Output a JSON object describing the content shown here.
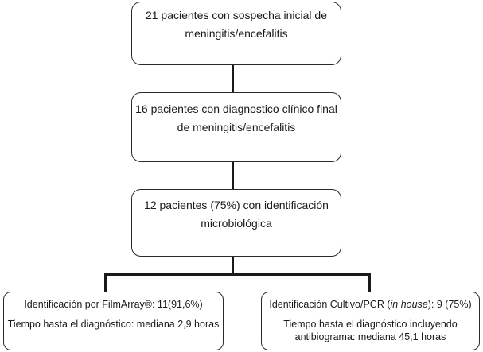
{
  "nodes": {
    "box1": {
      "line1": "21 pacientes con sospecha inicial de",
      "line2": "meningitis/encefalitis"
    },
    "box2": {
      "line1": "16 pacientes con diagnostico clínico final",
      "line2": "de  meningitis/encefalitis"
    },
    "box3": {
      "line1": "12 pacientes (75%) con identificación",
      "line2": "microbiológica"
    },
    "box4": {
      "line1": "Identificación por FilmArray®: 11(91,6%)",
      "line2": "Tiempo hasta el diagnóstico: mediana 2,9 horas"
    },
    "box5": {
      "line1_before": "Identificación Cultivo/PCR (",
      "line1_italic": "in house",
      "line1_after": "): 9 (75%)",
      "line2": "Tiempo hasta el diagnóstico  incluyendo",
      "line3": "antibiograma: mediana 45,1 horas"
    }
  }
}
